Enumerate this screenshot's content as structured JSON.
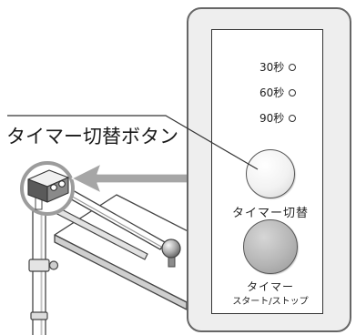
{
  "callout": {
    "label": "タイマー切替ボタン"
  },
  "panel": {
    "indicators": [
      {
        "label": "30秒",
        "lit": false
      },
      {
        "label": "60秒",
        "lit": false
      },
      {
        "label": "90秒",
        "lit": false
      }
    ],
    "timer_switch_button": {
      "label": "タイマー切替"
    },
    "timer_start_stop_button": {
      "label_line1": "タイマー",
      "label_line2": "スタート/ストップ"
    }
  },
  "icons": {
    "indicator": "led-indicator-icon",
    "pointer": "arrow-left-icon",
    "zoom": "magnifier-circle-icon"
  },
  "colors": {
    "panel_bg": "#eeeeee",
    "panel_border": "#666666",
    "face_border": "#333333",
    "switch_button": "#f2f2f2",
    "start_stop_button": "#b6b6b6",
    "arrow": "#a6a6a6",
    "magnifier": "#9c9c9c",
    "leader_line": "#333333"
  }
}
